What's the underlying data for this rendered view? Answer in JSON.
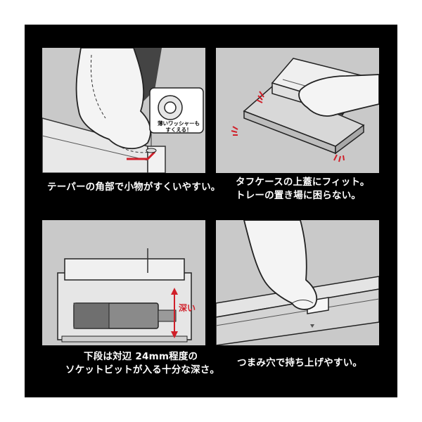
{
  "panels": [
    {
      "callout": [
        "薄いワッシャーも",
        "すくえる！"
      ],
      "caption": [
        "テーパーの角部で小物がすくいやすい。"
      ]
    },
    {
      "caption": [
        "タフケースの上蓋にフィット。",
        "トレーの置き場に困らない。"
      ]
    },
    {
      "label": "深い",
      "caption": [
        "下段は対辺 24mm程度の",
        "ソケットビットが入る十分な深さ。"
      ]
    },
    {
      "caption": [
        "つまみ穴で持ち上げやすい。"
      ]
    }
  ],
  "colors": {
    "background": "#000000",
    "panel": "#c9c9c9",
    "accent_red": "#d0202a",
    "caption_text": "#ffffff"
  }
}
